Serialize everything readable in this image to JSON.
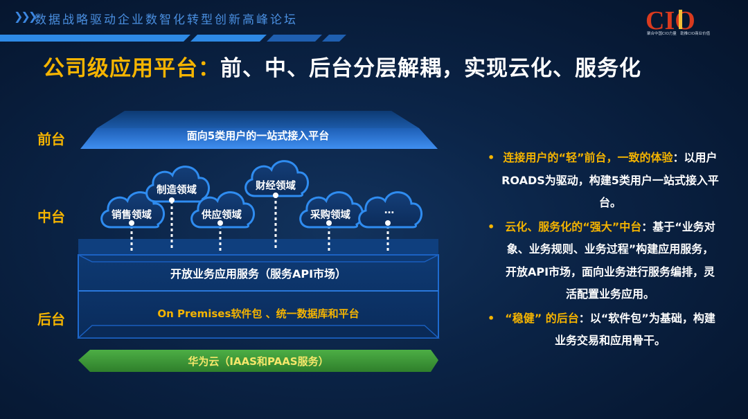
{
  "header": {
    "forum_title": "数据战略驱动企业数智化转型创新高峰论坛",
    "logo_text": "CIO",
    "logo_subtitle": "聚合中国CIO力量　助推CIO商业价值"
  },
  "slide": {
    "title_accent": "公司级应用平台：",
    "title_rest": "前、中、后台分层解耦，实现云化、服务化"
  },
  "layers": {
    "front_label": "前台",
    "middle_label": "中台",
    "back_label": "后台",
    "front_platform": "面向5类用户的一站式接入平台",
    "api_market": "开放业务应用服务（服务API市场）",
    "on_premises": "On Premises软件包 、统一数据库和平台",
    "cloud_base": "华为云（IAAS和PAAS服务）"
  },
  "domains": [
    "销售领域",
    "制造领域",
    "供应领域",
    "财经领域",
    "采购领域",
    "…"
  ],
  "bullets": [
    {
      "highlight": "连接用户的“轻”前台，一致的体验",
      "text": "：以用户ROADS为驱动，构建5类用户一站式接入平台。"
    },
    {
      "highlight": "云化、服务化的“强大”中台",
      "text": "：基于“业务对象、业务规则、业务过程”构建应用服务， 开放API市场，面向业务进行服务编排，灵活配置业务应用。"
    },
    {
      "highlight": "“稳健” 的后台",
      "text": "：以“软件包”为基础，构建业务交易和应用骨干。"
    }
  ],
  "colors": {
    "accent": "#f5b400",
    "blue": "#2f7fe0",
    "green": "#3e9b3a",
    "background": "#0b2447"
  }
}
